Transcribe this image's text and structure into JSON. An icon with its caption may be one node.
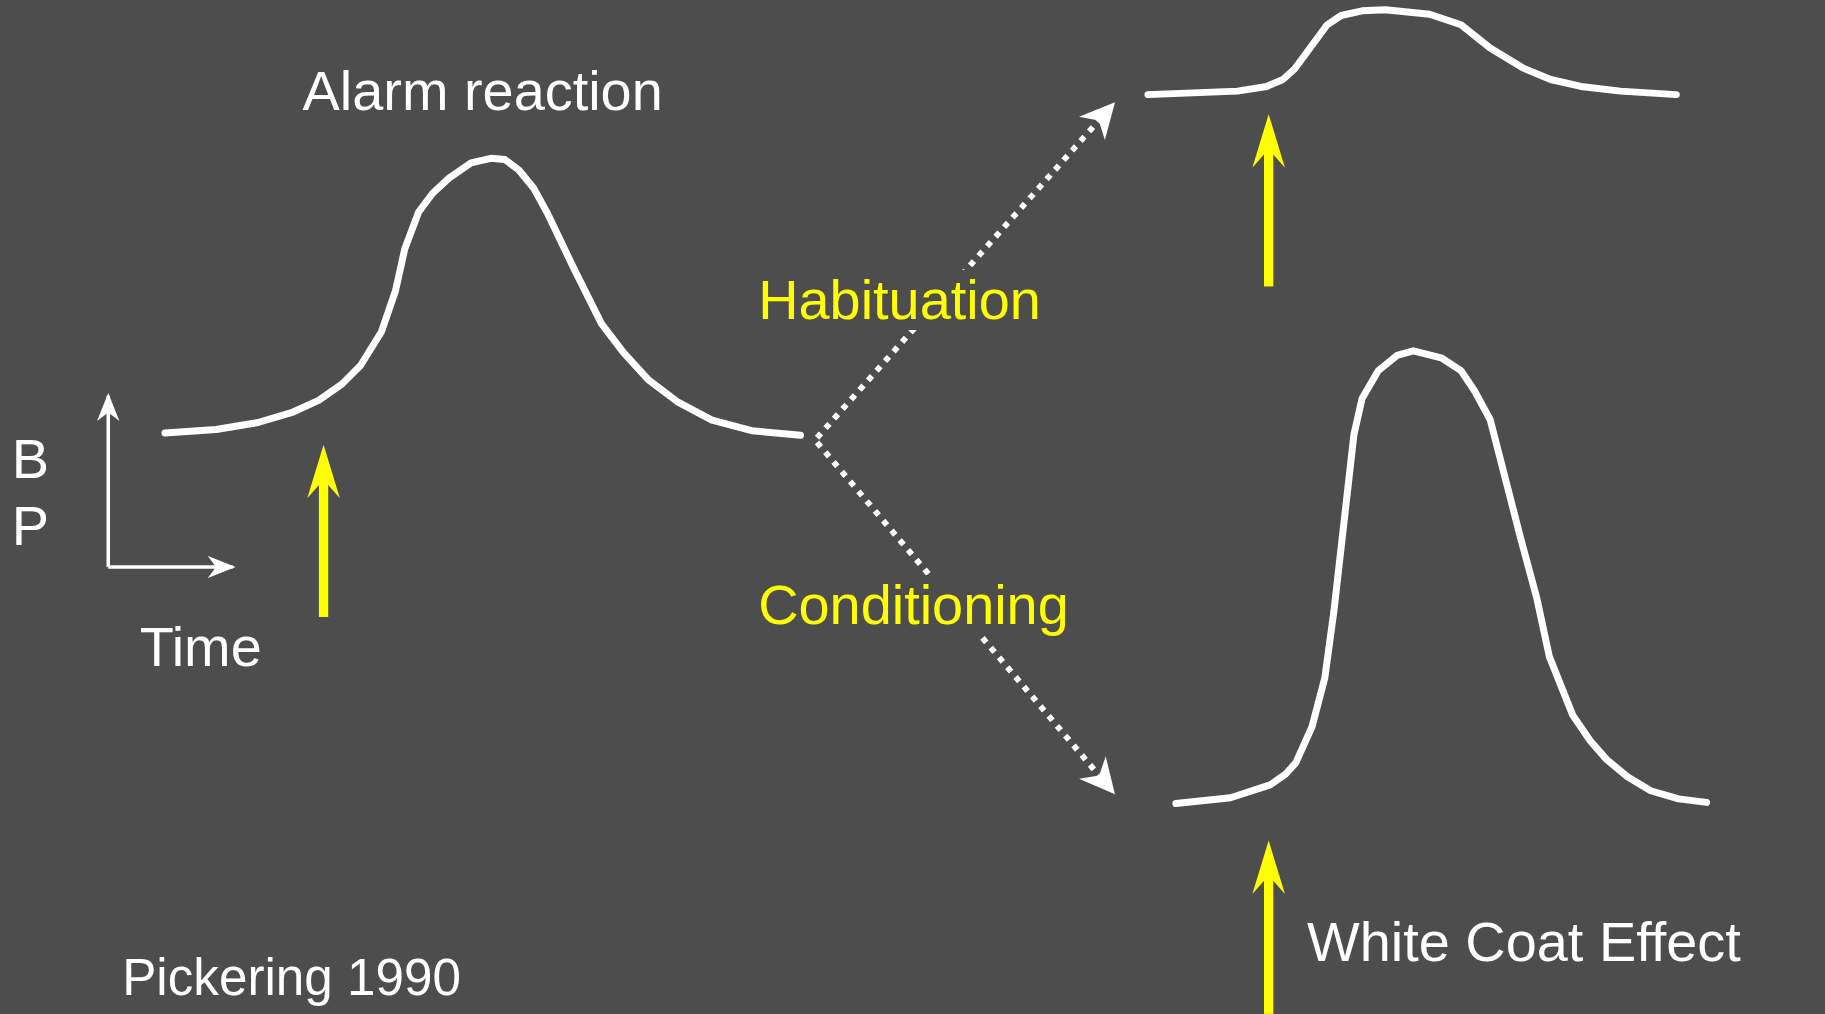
{
  "diagram": {
    "nodes": [
      {
        "text": [],
        "shape": "curve",
        "beside": [
          "Alarm reaction"
        ]
      },
      {
        "text": [],
        "shape": "curve"
      },
      {
        "text": [],
        "shape": "curve",
        "beside": [
          "White Coat Effect"
        ]
      }
    ],
    "edges": [
      {
        "from": 0,
        "to": 1,
        "arrow": "to",
        "label": "Habituation",
        "style": "dashed"
      },
      {
        "from": 0,
        "to": 2,
        "arrow": "to",
        "label": "Conditioning",
        "style": "dashed"
      }
    ],
    "labels": [
      "B P",
      "Time",
      "Pickering 1990"
    ]
  }
}
